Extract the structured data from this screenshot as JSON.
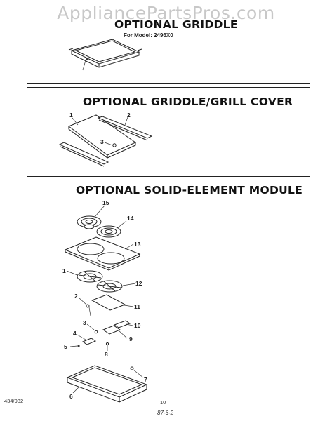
{
  "watermark": "AppliancePartsPros.com",
  "sections": {
    "griddle": {
      "title": "OPTIONAL GRIDDLE",
      "subtitle": "For Model: 2496X0"
    },
    "griddle_grill_cover": {
      "title": "OPTIONAL GRIDDLE/GRILL COVER",
      "callouts": [
        "1",
        "2",
        "3"
      ]
    },
    "solid_element_module": {
      "title": "OPTIONAL SOLID-ELEMENT MODULE",
      "callouts": [
        "15",
        "14",
        "13",
        "1",
        "12",
        "2",
        "11",
        "3",
        "10",
        "9",
        "4",
        "5",
        "8",
        "6",
        "7"
      ]
    }
  },
  "footer": {
    "doc_number": "434/932",
    "page_number": "10",
    "handwritten_mark": "87-6-2"
  }
}
